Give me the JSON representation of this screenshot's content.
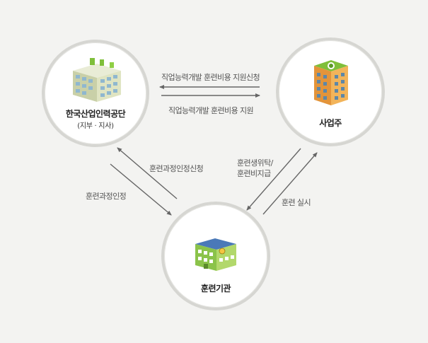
{
  "nodes": {
    "agency": {
      "name": "한국산업인력공단",
      "sub": "(지부 · 지사)",
      "icon": "office-building-icon"
    },
    "employer": {
      "name": "사업주",
      "icon": "company-building-icon"
    },
    "institute": {
      "name": "훈련기관",
      "icon": "training-school-building-icon"
    }
  },
  "flows": {
    "employer_to_agency": "직업능력개발 훈련비용 지원신청",
    "agency_to_employer": "직업능력개발 훈련비용 지원",
    "institute_to_agency": "훈련과정인정신청",
    "agency_to_institute": "훈련과정인정",
    "employer_to_institute_line1": "훈련생위탁/",
    "employer_to_institute_line2": "훈련비지급",
    "institute_to_employer": "훈련 실시"
  },
  "colors": {
    "background": "#f3f3f1",
    "circle_border": "#d6d6d2",
    "arrow": "#666666",
    "text": "#555555"
  }
}
